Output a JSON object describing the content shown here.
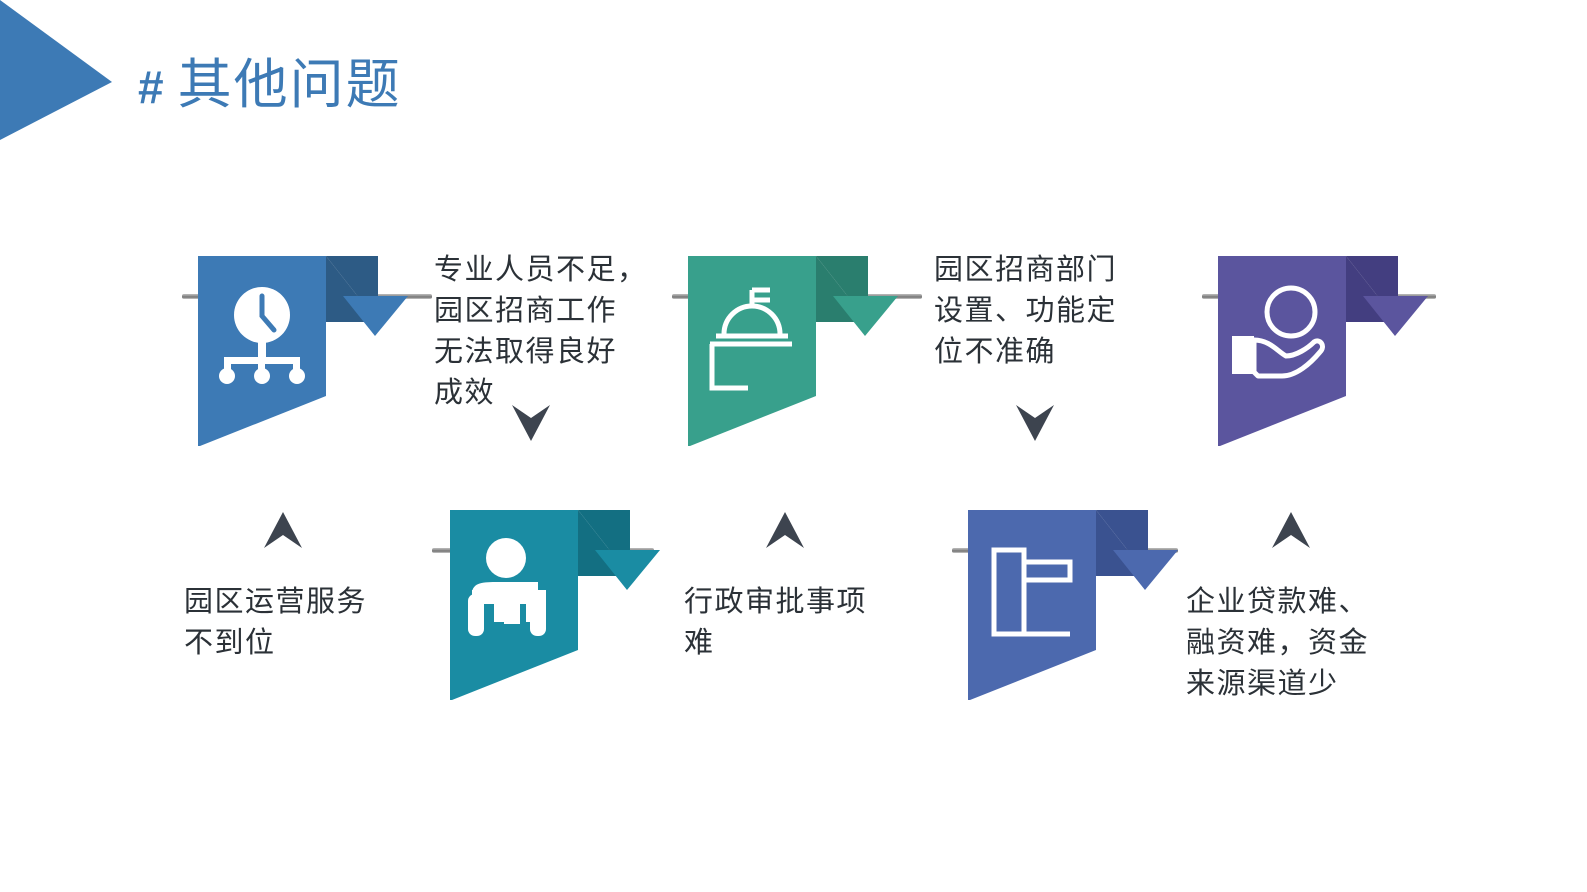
{
  "slide": {
    "title_marker": "#",
    "title": "其他问题",
    "accent_color": "#3D7AB5",
    "background": "#ffffff"
  },
  "items": [
    {
      "id": "item-1",
      "icon": "clock-hierarchy-icon",
      "color": "#3D7AB5",
      "fold_color": "#2D5B85",
      "text": "专业人员不足，\n园区招商工作\n无法取得良好\n成效",
      "arrow": "chevron-down-icon"
    },
    {
      "id": "item-2",
      "icon": "service-bell-icon",
      "color": "#38A08C",
      "fold_color": "#2A7E6E",
      "text": "园区招商部门\n设置、功能定\n位不准确",
      "arrow": "chevron-down-icon"
    },
    {
      "id": "item-3",
      "icon": "hand-coin-icon",
      "color": "#5B559E",
      "fold_color": "#433E80",
      "text": "企业贷款难、\n融资难，资金\n来源渠道少",
      "arrow": "chevron-up-icon"
    },
    {
      "id": "item-4",
      "icon": "person-desk-icon",
      "color": "#1A8CA3",
      "fold_color": "#136F82",
      "text": "行政审批事项\n难",
      "arrow": "chevron-up-icon"
    },
    {
      "id": "item-5",
      "icon": "bar-chart-icon",
      "color": "#4C69AE",
      "fold_color": "#3A5290",
      "text": "园区运营服务\n不到位",
      "arrow": "chevron-up-icon"
    }
  ]
}
